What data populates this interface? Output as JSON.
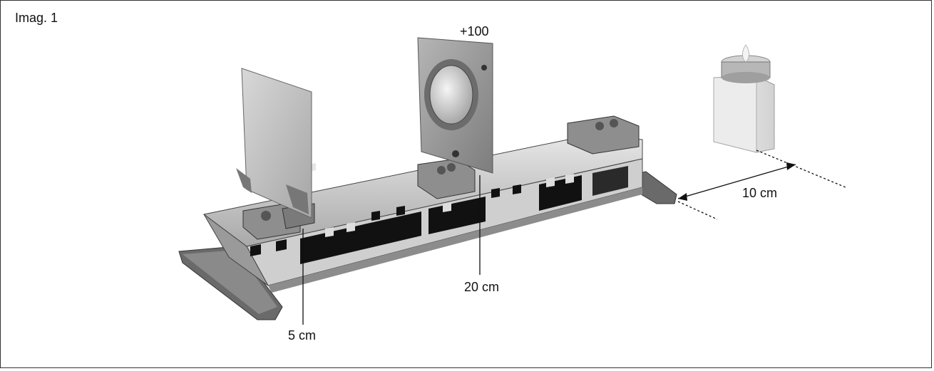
{
  "figure": {
    "caption": "Imag. 1",
    "lens_power_label": "+100",
    "screen_position_label": "5 cm",
    "lens_position_label": "20 cm",
    "candle_distance_label": "10 cm"
  },
  "components": {
    "optical_bench": "optical-bench-rail",
    "screen": "projection-screen",
    "lens": "converging-lens-holder",
    "light_source": "tealight-candle-in-glass"
  },
  "colors": {
    "rail_light": "#d4d4d4",
    "rail_dark": "#6f6f6f",
    "scale_black": "#111111",
    "lens_plate": "#9a9a9a",
    "screen_plate": "#c7c7c7"
  }
}
